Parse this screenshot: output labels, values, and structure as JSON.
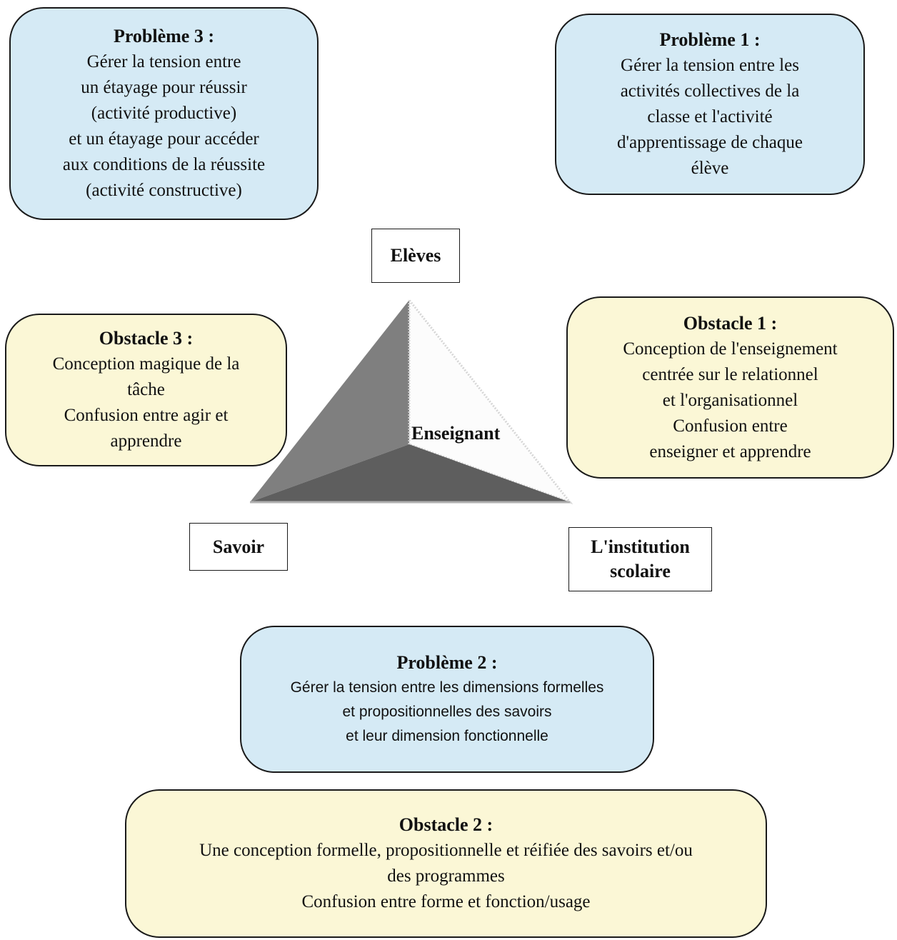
{
  "problems": {
    "p3": {
      "title": "Problème 3 :",
      "lines": [
        "Gérer la tension entre",
        "un étayage pour réussir",
        "(activité productive)",
        "et un étayage pour accéder",
        "aux conditions de la réussite",
        "(activité constructive)"
      ]
    },
    "p1": {
      "title": "Problème 1 :",
      "lines": [
        "Gérer la tension entre les",
        "activités collectives de la",
        "classe et l'activité",
        "d'apprentissage de chaque",
        "élève"
      ]
    },
    "p2": {
      "title": "Problème 2 :",
      "lines": [
        "Gérer la tension entre les dimensions formelles",
        "et propositionnelles des savoirs",
        "et leur dimension fonctionnelle"
      ]
    }
  },
  "obstacles": {
    "o3": {
      "title": "Obstacle 3 :",
      "lines": [
        "Conception magique de la",
        "tâche",
        "Confusion entre agir et",
        "apprendre"
      ]
    },
    "o1": {
      "title": "Obstacle 1 :",
      "lines": [
        "Conception de l'enseignement",
        "centrée sur le relationnel",
        "et l'organisationnel",
        "Confusion entre",
        "enseigner et apprendre"
      ]
    },
    "o2": {
      "title": "Obstacle 2 :",
      "lines": [
        "Une conception formelle, propositionnelle et réifiée des savoirs et/ou",
        "des programmes",
        "Confusion entre forme et fonction/usage"
      ]
    }
  },
  "vertices": {
    "eleves": "Elèves",
    "savoir": "Savoir",
    "institution_line1": "L'institution",
    "institution_line2": "scolaire",
    "center": "Enseignant"
  },
  "colors": {
    "problem_fill": "#d5eaf5",
    "obstacle_fill": "#fbf7d6",
    "face_left": "#7f7f7f",
    "face_bottom": "#5e5e5e",
    "face_right": "#fcfcfc"
  }
}
